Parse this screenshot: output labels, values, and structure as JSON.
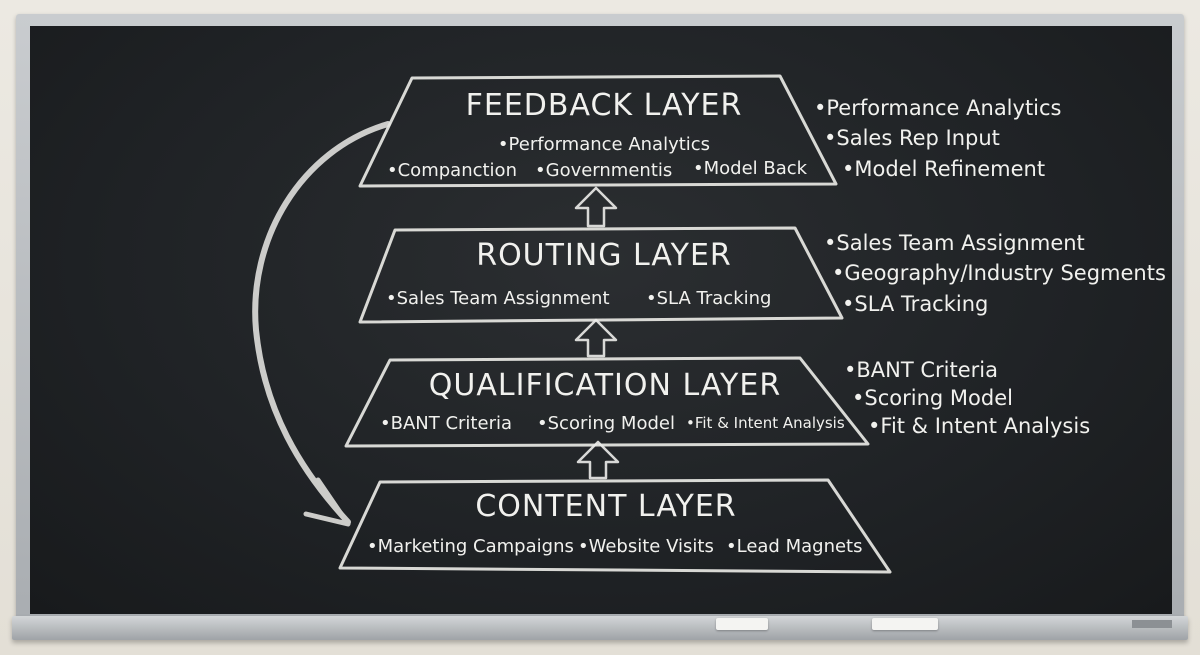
{
  "layers": [
    {
      "title": "FEEDBACK LAYER",
      "inner_top": "•Performance Analytics",
      "inner_bottom": [
        "•Companction",
        "•Governmentis",
        "•Model Back"
      ],
      "side": [
        "•Performance Analytics",
        "•Sales Rep Input",
        "•Model Refinement"
      ]
    },
    {
      "title": "ROUTING LAYER",
      "inner_bottom": [
        "•Sales Team Assignment",
        "•SLA Tracking"
      ],
      "side": [
        "•Sales Team Assignment",
        "•Geography/Industry Segments",
        "•SLA Tracking"
      ]
    },
    {
      "title": "QUALIFICATION LAYER",
      "inner_bottom": [
        "•BANT Criteria",
        "•Scoring Model",
        "•Fit & Intent Analysis"
      ],
      "side": [
        "•BANT Criteria",
        "•Scoring Model",
        "•Fit & Intent Analysis"
      ]
    },
    {
      "title": "CONTENT LAYER",
      "inner_bottom": [
        "•Marketing Campaigns",
        "•Website Visits",
        "•Lead Magnets"
      ]
    }
  ],
  "colors": {
    "chalk": "#f1f1ee",
    "board": "#1f2225",
    "frame": "#b5b8bb"
  }
}
